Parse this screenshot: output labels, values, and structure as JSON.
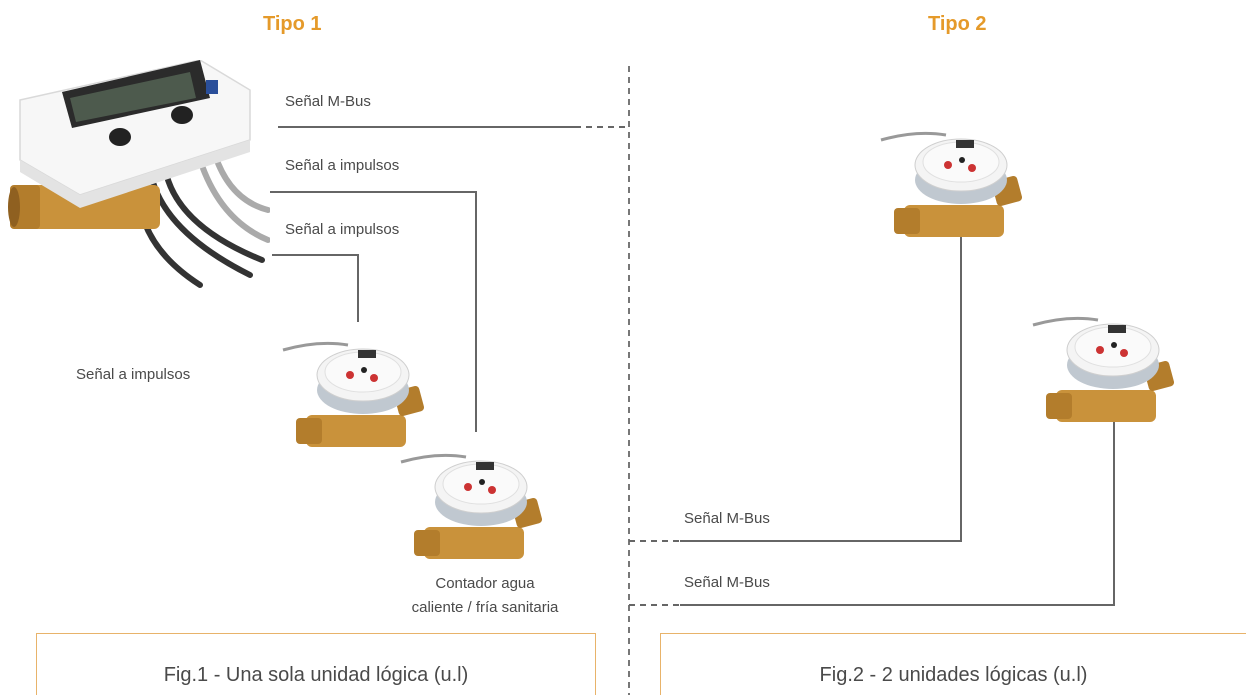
{
  "colors": {
    "accent": "#e59a2a",
    "wire": "#666666",
    "brass": "#c9923b",
    "device": "#f5f5f5"
  },
  "tipo1": {
    "title": "Tipo 1",
    "signals": {
      "mbus": "Señal M-Bus",
      "impulse1": "Señal a impulsos",
      "impulse2": "Señal a impulsos",
      "impulse_left": "Señal a impulsos"
    },
    "meter_caption_line1": "Contador agua",
    "meter_caption_line2": "caliente / fría sanitaria",
    "figure_caption": "Fig.1 - Una sola unidad lógica (u.l)"
  },
  "tipo2": {
    "title": "Tipo 2",
    "signals": {
      "mbus1": "Señal M-Bus",
      "mbus2": "Señal M-Bus"
    },
    "figure_caption": "Fig.2 - 2 unidades lógicas (u.l)"
  },
  "icons": {
    "heat_meter": "heat-meter-image",
    "water_meter": "water-meter-image"
  }
}
